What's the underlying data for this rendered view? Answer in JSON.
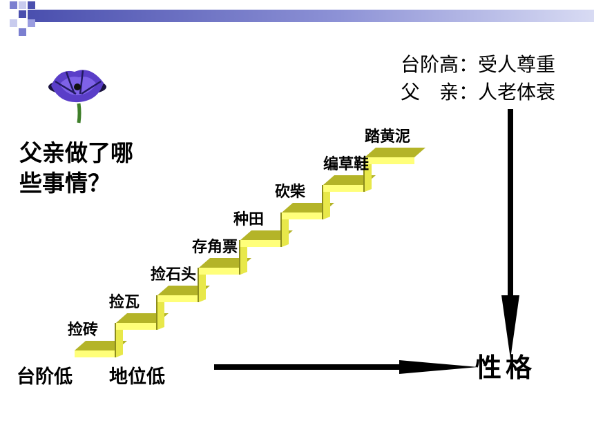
{
  "title": {
    "line1": "父亲做了哪",
    "line2": "些事情？"
  },
  "legend": {
    "line1": "台阶高：受人尊重",
    "line2": "父　亲：人老体衰"
  },
  "bottom": {
    "low_step": "台阶低",
    "low_status": "地位低"
  },
  "result": "性格",
  "steps": [
    {
      "label": "捡砖"
    },
    {
      "label": "捡瓦"
    },
    {
      "label": "捡石头"
    },
    {
      "label": "存角票"
    },
    {
      "label": "种田"
    },
    {
      "label": "砍柴"
    },
    {
      "label": "编草鞋"
    },
    {
      "label": "踏黄泥"
    }
  ],
  "colors": {
    "stair_top": "#b4b428",
    "stair_front": "#ffff7a",
    "stair_side": "#e8e84a",
    "stair_dark": "#8c8c1c",
    "flower_petal": "#5a3ec8",
    "arrow": "#000000"
  },
  "icons": {
    "flower": "purple-flower-icon"
  }
}
